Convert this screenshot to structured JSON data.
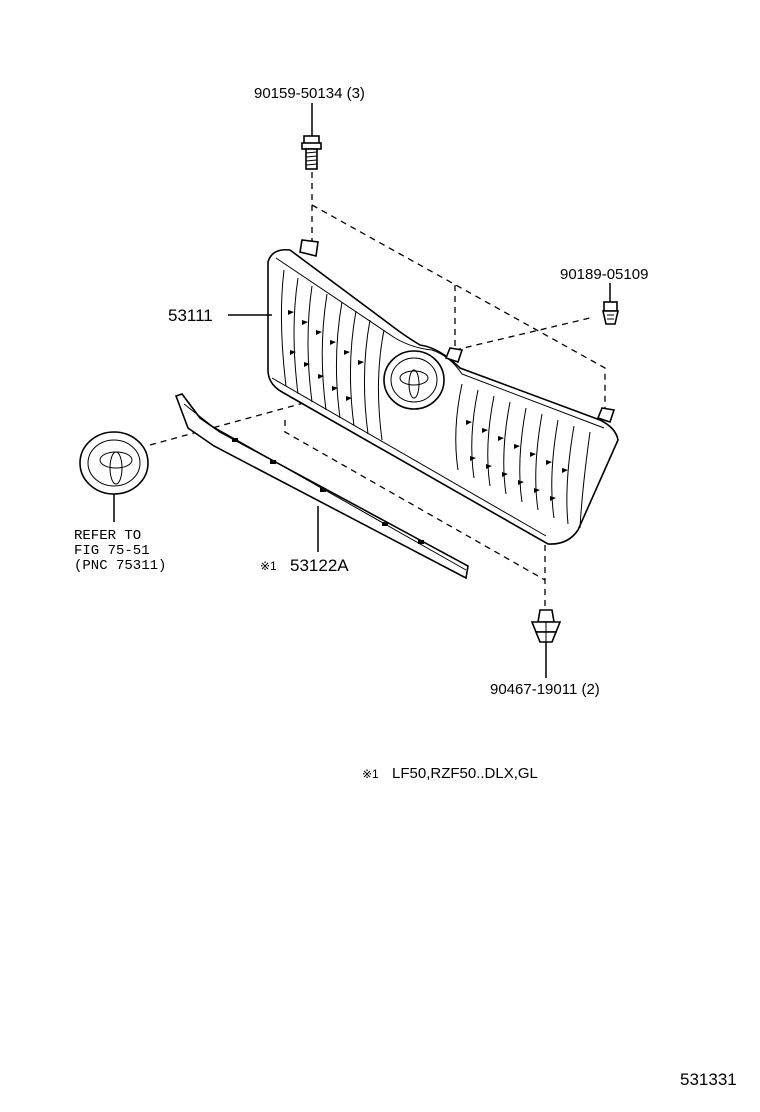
{
  "labels": {
    "bolt_top": "90159-50134 (3)",
    "clip_right": "90189-05109",
    "grille_part": "53111",
    "emblem_refer_line1": "REFER TO",
    "emblem_refer_line2": "FIG 75-51",
    "emblem_refer_line3": "(PNC 75311)",
    "molding_note_mark": "※1",
    "molding_part": "53122A",
    "clip_bottom": "90467-19011 (2)",
    "footnote_mark": "※1",
    "footnote_text": "LF50,RZF50..DLX,GL",
    "diagram_number": "531331"
  }
}
